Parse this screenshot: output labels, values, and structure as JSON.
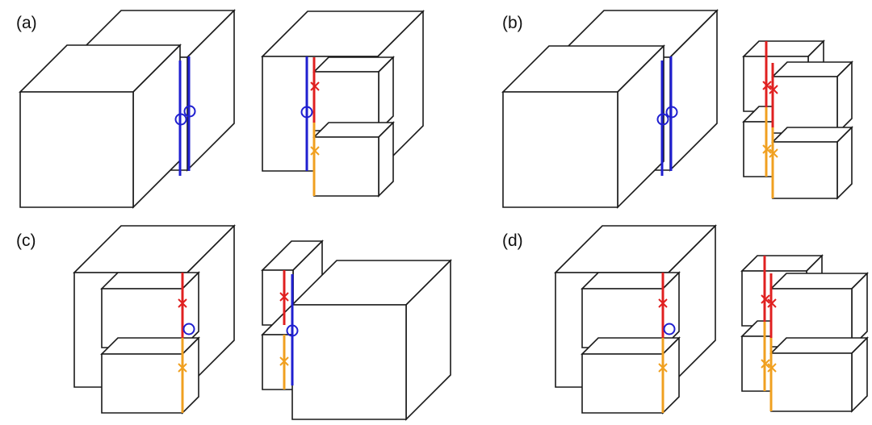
{
  "panels": [
    {
      "label": "(a)"
    },
    {
      "label": "(b)"
    },
    {
      "label": "(c)"
    },
    {
      "label": "(d)"
    }
  ],
  "colors": {
    "outline": "#1a1a1a",
    "blue": "#1f1fd0",
    "red": "#e02020",
    "orange": "#f0a020",
    "background": "#ffffff"
  },
  "markers": {
    "circle": "circle-marker",
    "cross": "cross-marker"
  }
}
